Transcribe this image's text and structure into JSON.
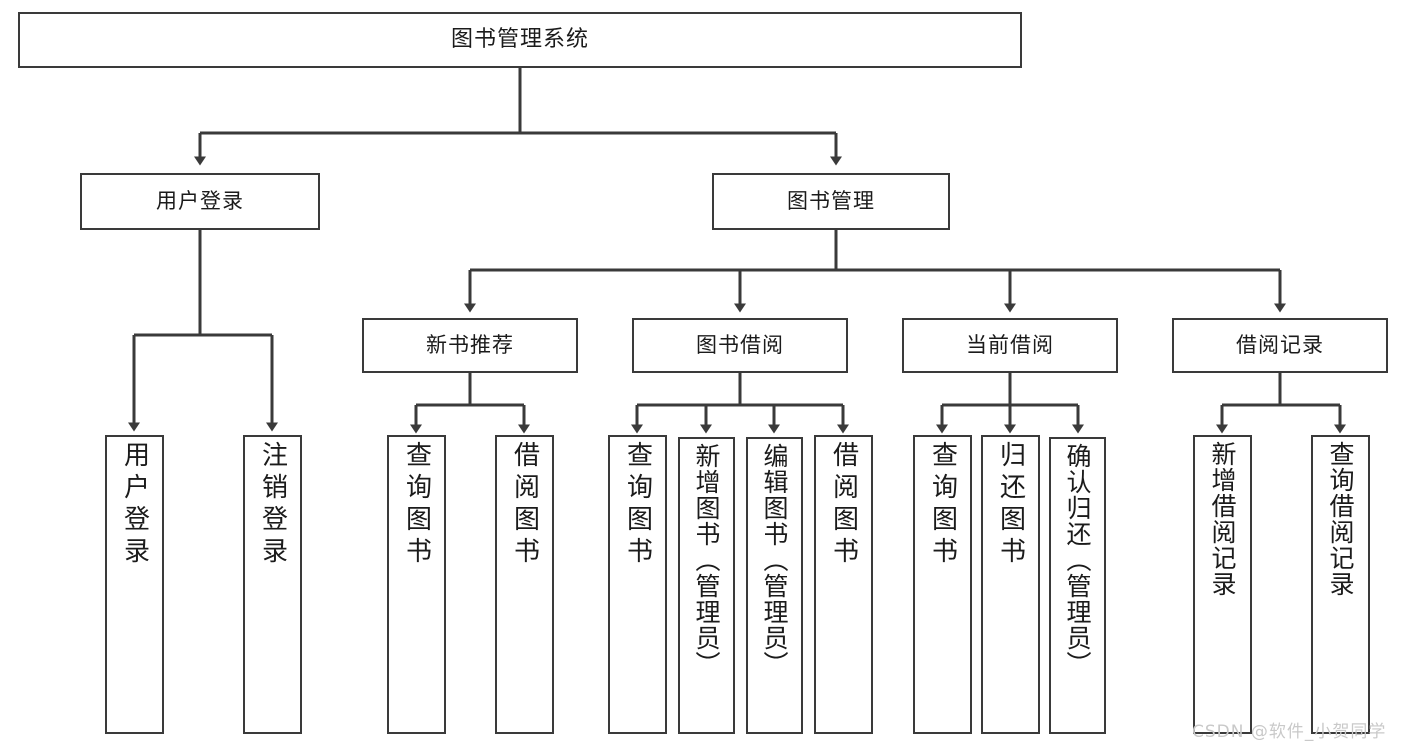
{
  "diagram": {
    "type": "tree-hierarchy",
    "title": "图书管理系统",
    "orientation": "top-down",
    "colors": {
      "box_border": "#3a3a3a",
      "box_fill": "#ffffff",
      "connector": "#3a3a3a",
      "text": "#1b1b1b",
      "watermark": "#c9c9c9",
      "background": "#ffffff"
    }
  },
  "root": {
    "label": "图书管理系统"
  },
  "level1": [
    {
      "label": "用户登录"
    },
    {
      "label": "图书管理"
    }
  ],
  "level2": [
    {
      "label": "新书推荐"
    },
    {
      "label": "图书借阅"
    },
    {
      "label": "当前借阅"
    },
    {
      "label": "借阅记录"
    }
  ],
  "leaves": {
    "user_login": [
      {
        "label": "用户登录"
      },
      {
        "label": "注销登录"
      }
    ],
    "new_book_recommend": [
      {
        "label": "查询图书"
      },
      {
        "label": "借阅图书"
      }
    ],
    "book_borrow": [
      {
        "label": "查询图书"
      },
      {
        "label": "新增图书（管理员）"
      },
      {
        "label": "编辑图书（管理员）"
      },
      {
        "label": "借阅图书"
      }
    ],
    "current_borrow": [
      {
        "label": "查询图书"
      },
      {
        "label": "归还图书"
      },
      {
        "label": "确认归还（管理员）"
      }
    ],
    "borrow_record": [
      {
        "label": "新增借阅记录"
      },
      {
        "label": "查询借阅记录"
      }
    ]
  },
  "watermark": {
    "text": "CSDN @软件_小贺同学"
  }
}
